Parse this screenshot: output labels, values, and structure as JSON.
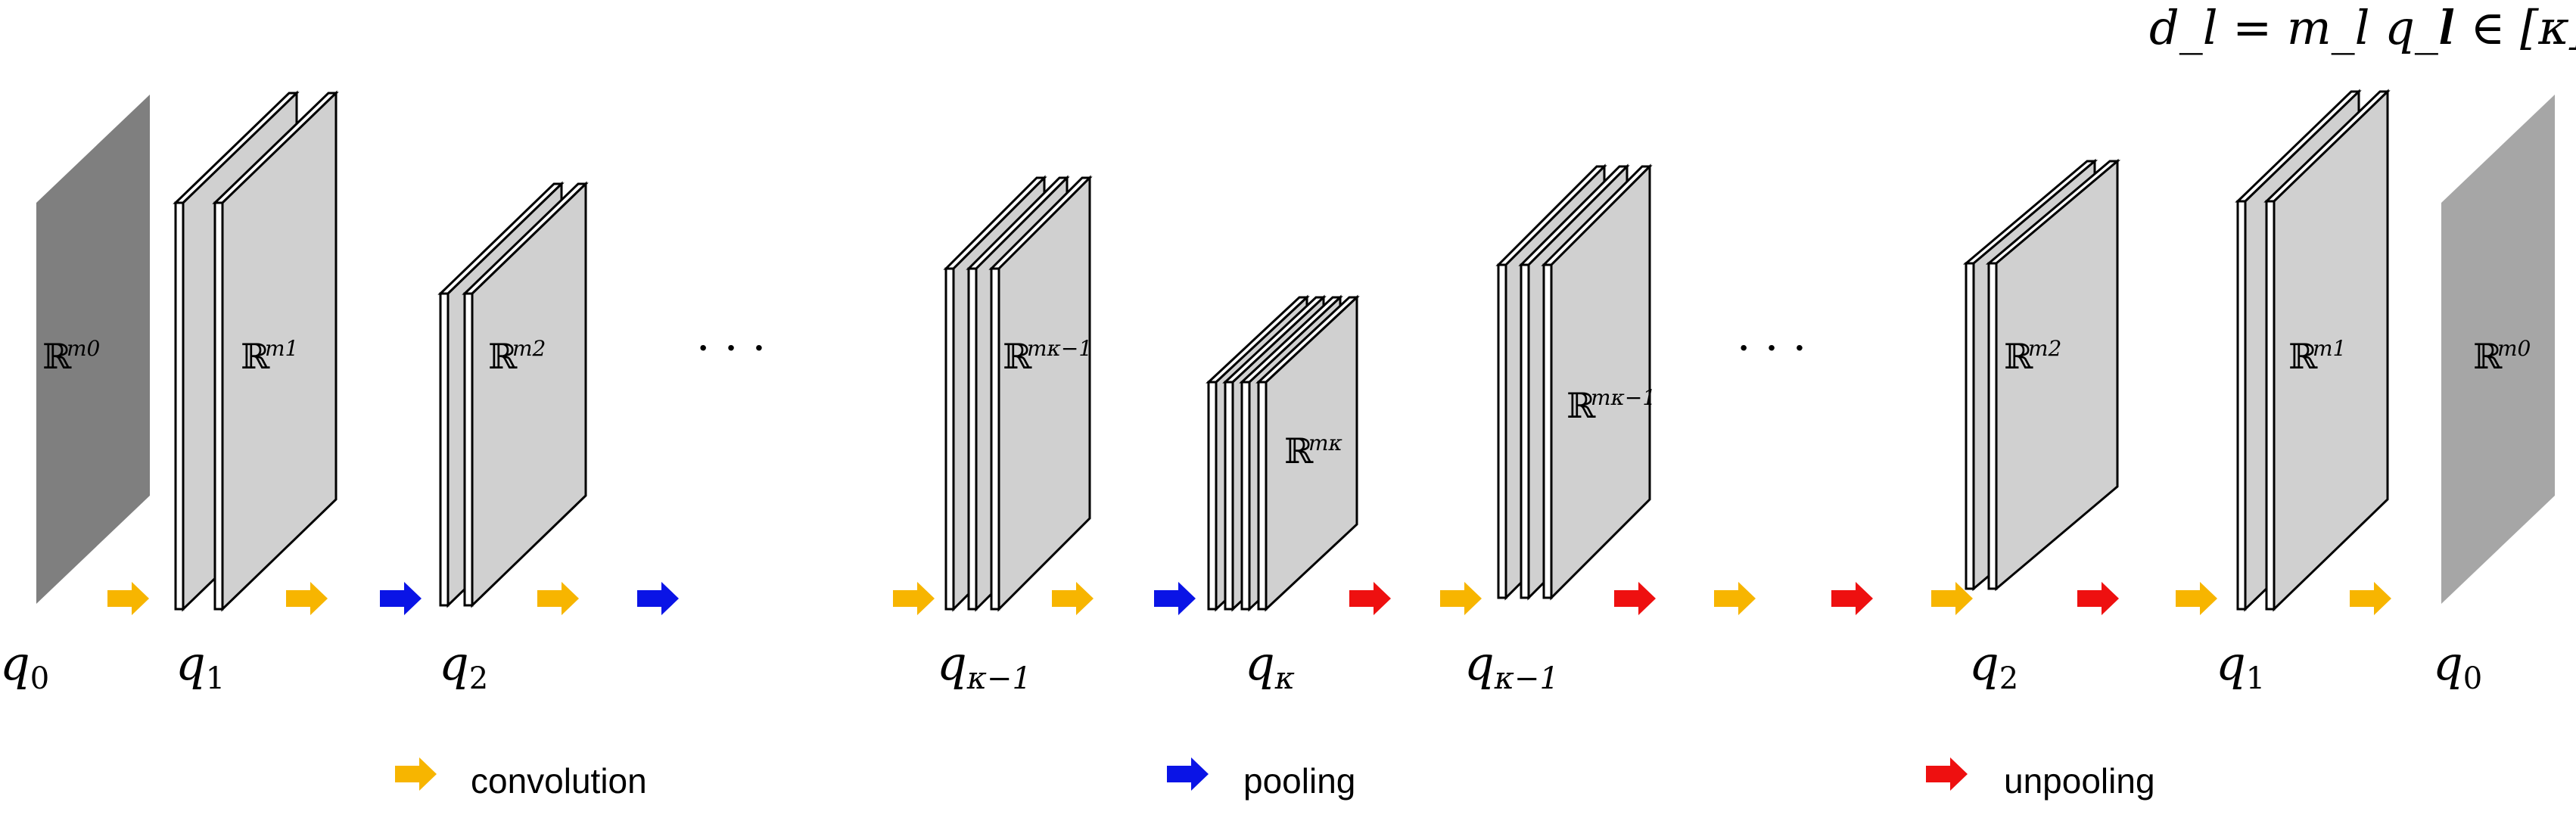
{
  "header": {
    "formula_left": "d_l = m_l q_l",
    "formula_right": "l ∈ [κ]"
  },
  "colors": {
    "convolution": "#F7B500",
    "pooling": "#0A14E6",
    "unpooling": "#EE1010",
    "input_plane": "#7F7F7F",
    "output_plane": "#A6A6A6",
    "feature_map": "#D0D0D0",
    "feature_map_side": "#FFFFFF"
  },
  "layers": [
    {
      "kind": "input",
      "plane_label": "ℝ",
      "plane_sup": "m0",
      "q_label": "q",
      "q_sub": "0"
    },
    {
      "kind": "stack",
      "plane_label": "ℝ",
      "plane_sup": "m1",
      "q_label": "q",
      "q_sub": "1"
    },
    {
      "kind": "stack",
      "plane_label": "ℝ",
      "plane_sup": "m2",
      "q_label": "q",
      "q_sub": "2"
    },
    {
      "kind": "ellipsis",
      "text": "· · ·"
    },
    {
      "kind": "stack",
      "plane_label": "ℝ",
      "plane_sup": "mκ−1",
      "q_label": "q",
      "q_sub": "κ−1"
    },
    {
      "kind": "stack",
      "plane_label": "ℝ",
      "plane_sup": "mκ",
      "q_label": "q",
      "q_sub": "κ"
    },
    {
      "kind": "stack",
      "plane_label": "ℝ",
      "plane_sup": "mκ−1",
      "q_label": "q",
      "q_sub": "κ−1"
    },
    {
      "kind": "ellipsis",
      "text": "· · ·"
    },
    {
      "kind": "stack",
      "plane_label": "ℝ",
      "plane_sup": "m2",
      "q_label": "q",
      "q_sub": "2"
    },
    {
      "kind": "stack",
      "plane_label": "ℝ",
      "plane_sup": "m1",
      "q_label": "q",
      "q_sub": "1"
    },
    {
      "kind": "output",
      "plane_label": "ℝ",
      "plane_sup": "m0",
      "q_label": "q",
      "q_sub": "0"
    }
  ],
  "arrow_sequence": [
    "convolution",
    "convolution",
    "pooling",
    "convolution",
    "pooling",
    "convolution",
    "convolution",
    "pooling",
    "unpooling",
    "convolution",
    "unpooling",
    "convolution",
    "unpooling",
    "convolution",
    "unpooling",
    "convolution",
    "convolution"
  ],
  "legend": [
    {
      "type": "convolution",
      "label": "convolution"
    },
    {
      "type": "pooling",
      "label": "pooling"
    },
    {
      "type": "unpooling",
      "label": "unpooling"
    }
  ]
}
